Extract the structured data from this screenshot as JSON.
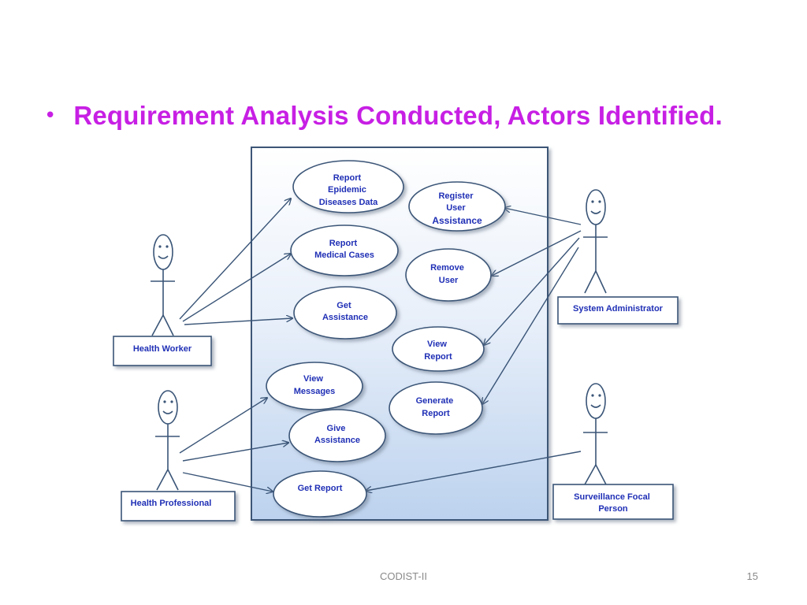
{
  "slide": {
    "bullet": "Requirement Analysis Conducted, Actors Identified.",
    "footer": "CODIST-II",
    "page_number": "15",
    "accent_color": "#c71fe4"
  },
  "diagram": {
    "use_cases": {
      "report_epidemic": [
        "Report",
        "Epidemic",
        "Diseases Data"
      ],
      "report_medical": [
        "Report",
        "Medical Cases"
      ],
      "get_assistance": [
        "Get",
        "Assistance"
      ],
      "view_messages": [
        "View",
        "Messages"
      ],
      "give_assistance": [
        "Give",
        "Assistance"
      ],
      "get_report": [
        "Get Report"
      ],
      "register_user": [
        "Register",
        "User",
        "Assistance"
      ],
      "remove_user": [
        "Remove",
        "User"
      ],
      "view_report": [
        "View",
        "Report"
      ],
      "generate_report": [
        "Generate",
        "Report"
      ]
    },
    "actors": {
      "health_worker": [
        "Health Worker"
      ],
      "health_professional": [
        "Health Professional"
      ],
      "system_administrator": [
        "System Administrator"
      ],
      "surveillance_focal_person": [
        "Surveillance Focal",
        "Person"
      ]
    }
  }
}
